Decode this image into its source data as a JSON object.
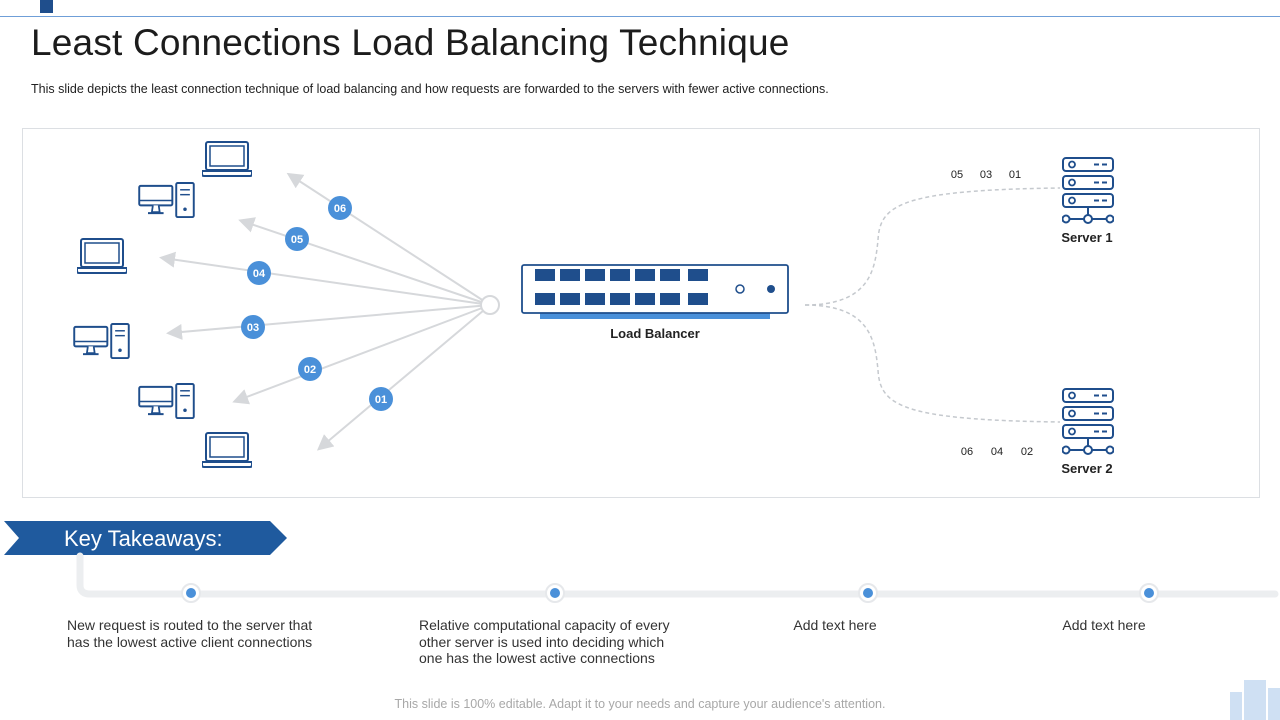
{
  "title": "Least Connections Load Balancing Technique",
  "subtitle": "This slide depicts the least connection technique of load balancing and how requests are forwarded  to the servers with fewer  active connections.",
  "diagram": {
    "request_badges": [
      "06",
      "05",
      "04",
      "03",
      "02",
      "01"
    ],
    "load_balancer_label": "Load Balancer",
    "server1": {
      "label": "Server 1",
      "sequence": [
        "05",
        "03",
        "01"
      ]
    },
    "server2": {
      "label": "Server 2",
      "sequence": [
        "06",
        "04",
        "02"
      ]
    },
    "colors": {
      "accent": "#4a90d9",
      "icon": "#1f4e8c",
      "arrow": "#d6d8db"
    }
  },
  "key_takeaways": {
    "heading": "Key Takeaways:",
    "items": [
      "New request is routed to the server that has the lowest active client connections",
      "Relative computational capacity of every other server is used into deciding which one has the lowest active connections",
      "Add text here",
      "Add text here"
    ]
  },
  "footer": "This slide is 100% editable. Adapt it to your needs and capture your audience's attention."
}
